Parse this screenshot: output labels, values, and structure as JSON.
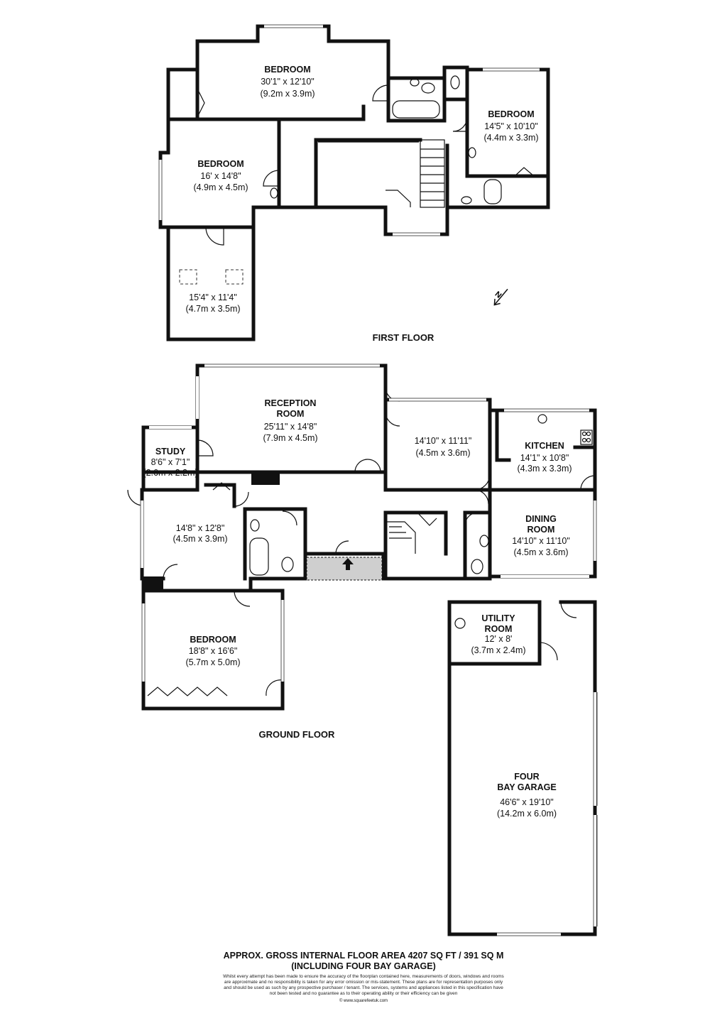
{
  "first_floor": {
    "label": "FIRST FLOOR",
    "rooms": [
      {
        "id": "ff-bedroom-1",
        "name": "BEDROOM",
        "imperial": "30'1\" x 12'10\"",
        "metric": "(9.2m x 3.9m)"
      },
      {
        "id": "ff-bedroom-2",
        "name": "BEDROOM",
        "imperial": "14'5\" x 10'10\"",
        "metric": "(4.4m x 3.3m)"
      },
      {
        "id": "ff-bedroom-3",
        "name": "BEDROOM",
        "imperial": "16' x 14'8\"",
        "metric": "(4.9m x 4.5m)"
      },
      {
        "id": "ff-room-4",
        "name": "",
        "imperial": "15'4\" x 11'4\"",
        "metric": "(4.7m x 3.5m)"
      }
    ]
  },
  "ground_floor": {
    "label": "GROUND FLOOR",
    "rooms": [
      {
        "id": "gf-reception",
        "name": "RECEPTION ROOM",
        "imperial": "25'11\" x 14'8\"",
        "metric": "(7.9m x 4.5m)"
      },
      {
        "id": "gf-study",
        "name": "STUDY",
        "imperial": "8'6\" x 7'1\"",
        "metric": "(2.6m x 2.2m)"
      },
      {
        "id": "gf-room-a",
        "name": "",
        "imperial": "14'10\" x 11'11\"",
        "metric": "(4.5m x 3.6m)"
      },
      {
        "id": "gf-kitchen",
        "name": "KITCHEN",
        "imperial": "14'1\" x 10'8\"",
        "metric": "(4.3m x 3.3m)"
      },
      {
        "id": "gf-room-b",
        "name": "",
        "imperial": "14'8\" x 12'8\"",
        "metric": "(4.5m x 3.9m)"
      },
      {
        "id": "gf-dining",
        "name": "DINING ROOM",
        "imperial": "14'10\" x 11'10\"",
        "metric": "(4.5m x 3.6m)"
      },
      {
        "id": "gf-bedroom",
        "name": "BEDROOM",
        "imperial": "18'8\" x 16'6\"",
        "metric": "(5.7m x 5.0m)"
      },
      {
        "id": "gf-utility",
        "name": "UTILITY ROOM",
        "imperial": "12' x 8'",
        "metric": "(3.7m x 2.4m)"
      },
      {
        "id": "gf-garage",
        "name": "FOUR BAY GARAGE",
        "imperial": "46'6\" x 19'10\"",
        "metric": "(14.2m x 6.0m)"
      }
    ]
  },
  "footer": {
    "area_line_1": "APPROX. GROSS INTERNAL FLOOR AREA 4207 SQ FT / 391 SQ M",
    "area_line_2": "(INCLUDING FOUR BAY GARAGE)",
    "disclaimer": "Whilst every attempt has been made to ensure the accuracy of the floorplan contained here, measurements of doors, windows and rooms are approximate and no responsibility is taken for any error omission or mis-statement. These plans are for representation purposes only and should be used as such by any prospective purchaser / tenant. The services, systems and appliances listed in this specification have not been tested and no guarantee as to their operating ability or their efficiency can be given",
    "website": "© www.squarefeetuk.com"
  },
  "compass": {
    "icon": "north-arrow-icon"
  }
}
